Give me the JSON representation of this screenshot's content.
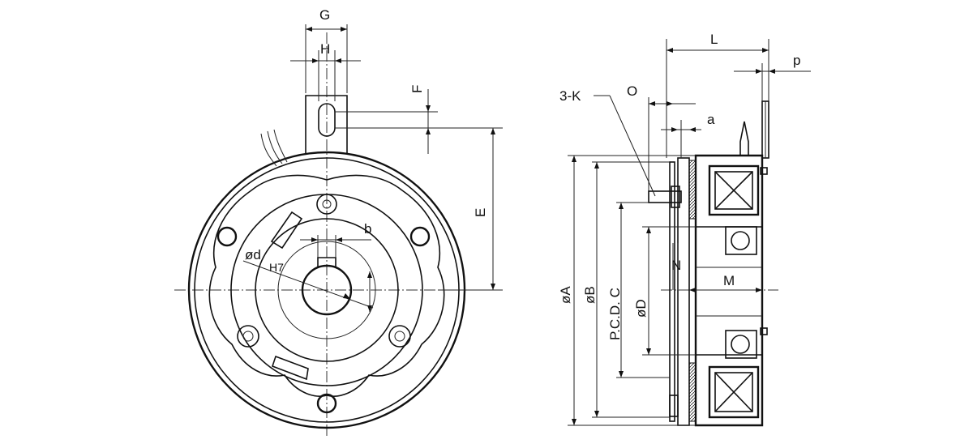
{
  "front_view": {
    "labels": {
      "G": "G",
      "H": "H",
      "F": "F",
      "E": "E",
      "b": "b",
      "od": "ød",
      "h7": "H7"
    }
  },
  "side_view": {
    "labels": {
      "L": "L",
      "p": "p",
      "K": "3-K",
      "O": "O",
      "a": "a",
      "N": "N",
      "M": "M",
      "A": "øA",
      "B": "øB",
      "C": "P.C.D. C",
      "D": "øD"
    }
  }
}
